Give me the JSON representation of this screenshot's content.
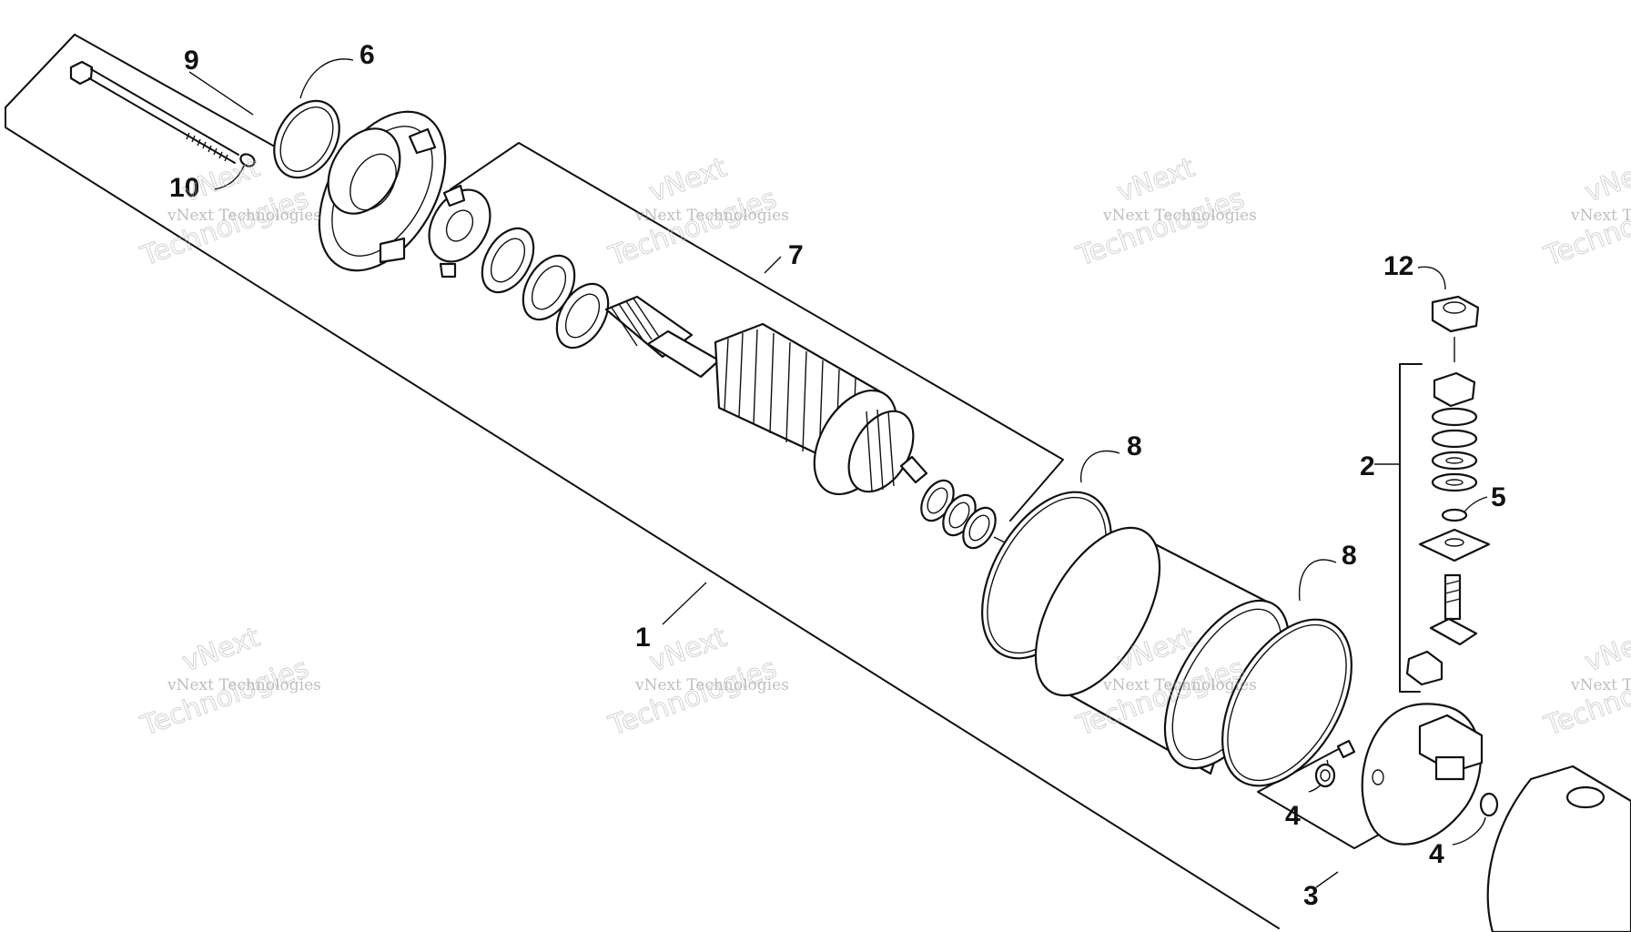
{
  "diagram": {
    "callouts": {
      "c1": "1",
      "c2": "2",
      "c3": "3",
      "c4a": "4",
      "c4b": "4",
      "c5": "5",
      "c6": "6",
      "c7": "7",
      "c8a": "8",
      "c8b": "8",
      "c9": "9",
      "c10": "10",
      "c12": "12"
    }
  },
  "watermark": {
    "company": "vNext Technologies",
    "brand_top": "vNext",
    "brand_bottom": "Technologies"
  }
}
